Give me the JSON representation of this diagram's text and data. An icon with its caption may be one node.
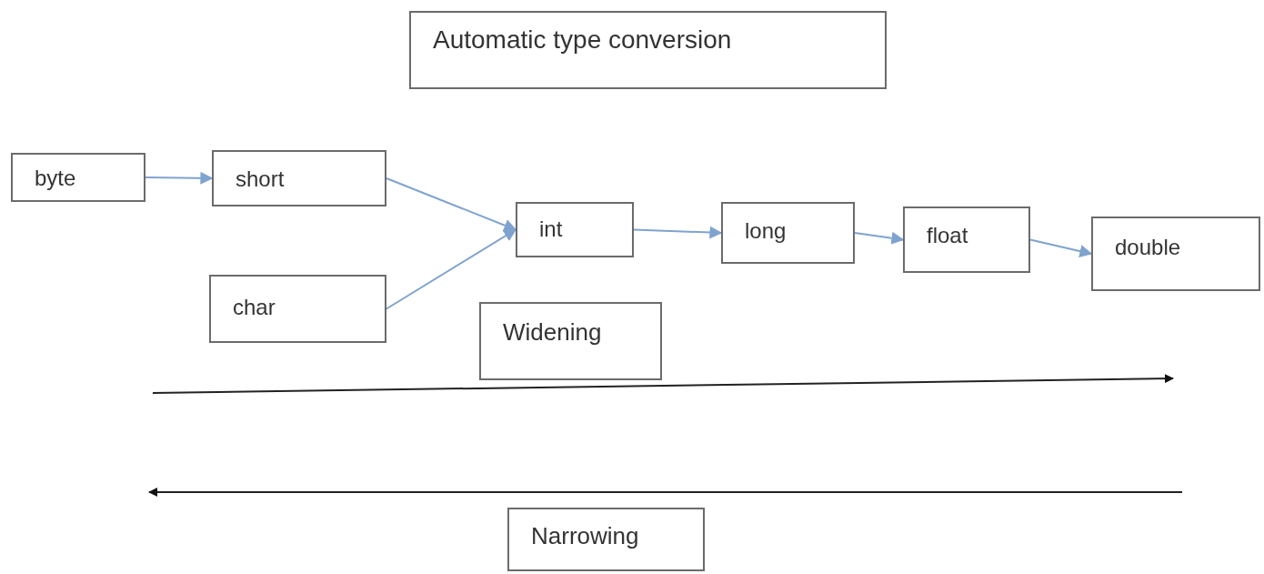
{
  "diagram": {
    "nodes": [
      {
        "text": [
          "Automatic type conversion"
        ]
      },
      {
        "text": [
          "byte"
        ]
      },
      {
        "text": [
          "short"
        ]
      },
      {
        "text": [
          "char"
        ]
      },
      {
        "text": [
          "int"
        ]
      },
      {
        "text": [
          "long"
        ]
      },
      {
        "text": [
          "float"
        ]
      },
      {
        "text": [
          "double"
        ]
      },
      {
        "text": [
          "Widening"
        ]
      },
      {
        "text": [
          "Narrowing"
        ]
      }
    ],
    "edges": [
      {
        "from": 1,
        "to": 2,
        "arrow": "to"
      },
      {
        "from": 2,
        "to": 4,
        "arrow": "to"
      },
      {
        "from": 3,
        "to": 4,
        "arrow": "to"
      },
      {
        "from": 4,
        "to": 5,
        "arrow": "to"
      },
      {
        "from": 5,
        "to": 6,
        "arrow": "to"
      },
      {
        "from": 6,
        "to": 7,
        "arrow": "to"
      }
    ]
  }
}
